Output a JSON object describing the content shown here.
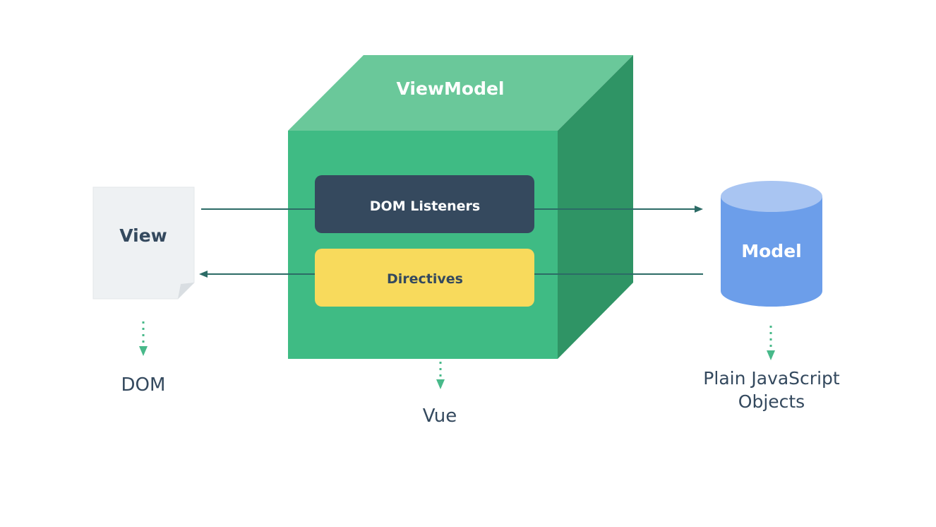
{
  "view": {
    "label": "View",
    "caption": "DOM"
  },
  "viewmodel": {
    "label": "ViewModel",
    "caption": "Vue",
    "dom_listeners_label": "DOM Listeners",
    "directives_label": "Directives"
  },
  "model": {
    "label": "Model",
    "caption_line1": "Plain JavaScript",
    "caption_line2": "Objects"
  },
  "colors": {
    "cube_front": "#3fbb84",
    "cube_top": "#6ac89a",
    "cube_side": "#2f9465",
    "listeners_box": "#35495e",
    "directives_box": "#f8da5c",
    "cylinder_body": "#6c9eea",
    "cylinder_top": "#a9c5f2",
    "view_page": "#eef1f3",
    "view_fold": "#d9dee2",
    "arrow": "#2c6b66",
    "dotted_arrow": "#48b98a",
    "text_dark": "#34495e",
    "text_light": "#ffffff"
  }
}
